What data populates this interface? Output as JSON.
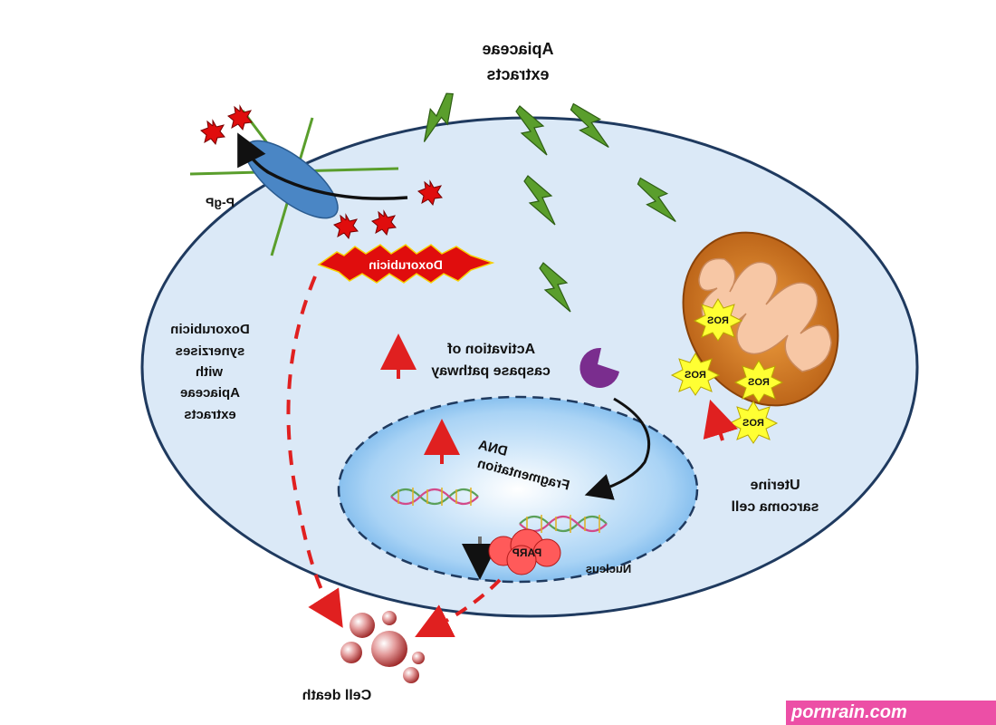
{
  "labels": {
    "apiaceae_extracts": [
      "Apiaceae",
      "extracts"
    ],
    "pgp": "P-gP",
    "doxorubicin": "Doxorubicin",
    "synergy": [
      "Doxorubicin",
      "synerzises",
      "with",
      "Apiaceae",
      "extracts"
    ],
    "caspase": [
      "Activation of",
      "caspase pathway"
    ],
    "dna": [
      "DNA",
      "Fragmentation"
    ],
    "nucleus": "Nucleus",
    "parp": "PARP",
    "cell": [
      "Uterine",
      "sarcoma cell"
    ],
    "cell_death": "Cell death",
    "ros": "ROS"
  },
  "watermark": "pornrain.com",
  "colors": {
    "cell_fill": "#dbe9f7",
    "cell_border": "#1f3a5f",
    "lightning": "#5a9e2c",
    "arrow_red": "#e02020",
    "mito_outer": "#c8701c",
    "mito_inner": "#f7c7a5",
    "ros_star": "#ffff33",
    "drug_red": "#e00d0d",
    "caspase": "#7a2d8e",
    "pgp_blue": "#4a86c5"
  }
}
